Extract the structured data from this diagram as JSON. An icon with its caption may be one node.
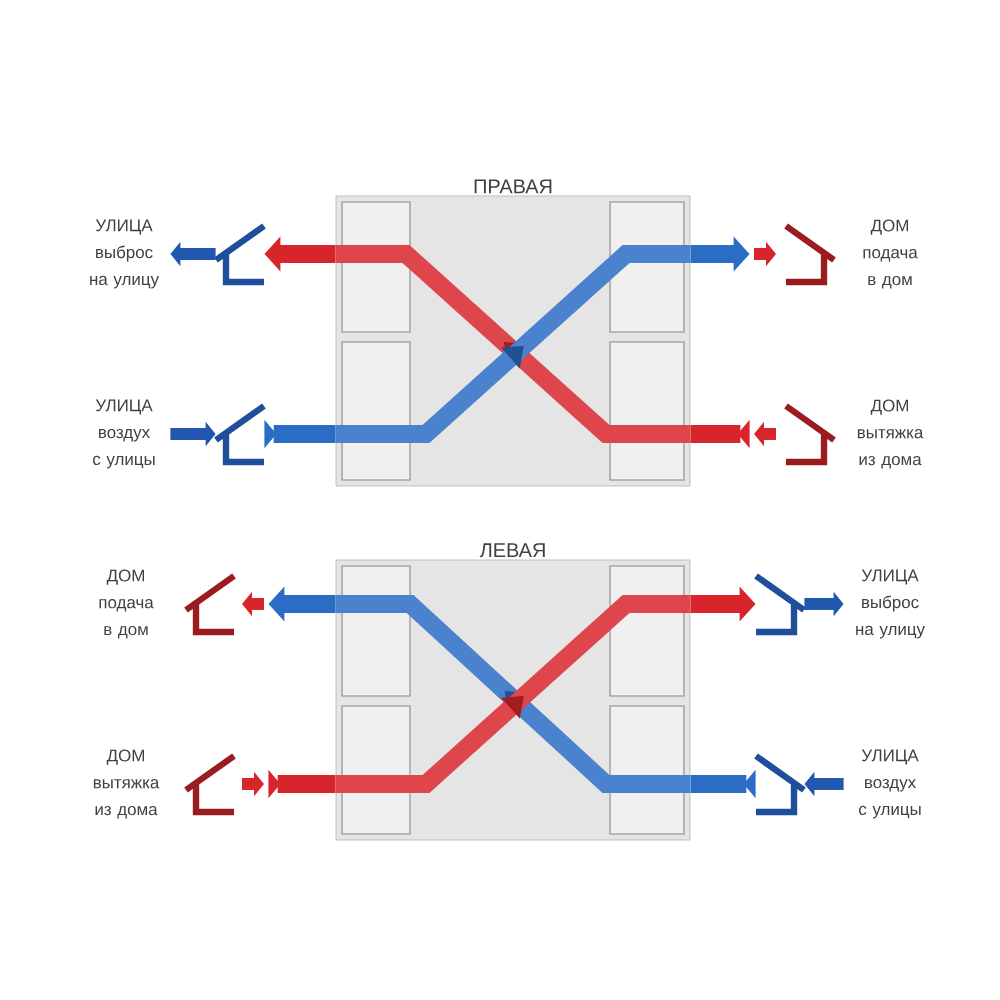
{
  "diagram": {
    "nodes": [
      {
        "text": [
          "ПРАВАЯ"
        ]
      },
      {
        "text": [
          "УЛИЦА",
          "выброс на улицу"
        ]
      },
      {
        "text": [],
        "shape": "hood"
      },
      {
        "text": [
          "УЛИЦА",
          "воздух с улицы"
        ]
      },
      {
        "text": [],
        "shape": "hood"
      },
      {
        "text": [
          "ДОМ",
          "подача в дом"
        ]
      },
      {
        "text": [],
        "shape": "hood"
      },
      {
        "text": [
          "ДОМ",
          "вытяжка из дома"
        ]
      },
      {
        "text": [],
        "shape": "hood"
      },
      {
        "text": [
          "ЛЕВАЯ"
        ]
      },
      {
        "text": [
          "ДОМ",
          "подача в дом"
        ]
      },
      {
        "text": [],
        "shape": "hood"
      },
      {
        "text": [
          "ДОМ",
          "вытяжка из дома"
        ]
      },
      {
        "text": [],
        "shape": "hood"
      },
      {
        "text": [
          "УЛИЦА",
          "выброс на улицу"
        ]
      },
      {
        "text": [],
        "shape": "hood"
      },
      {
        "text": [
          "УЛИЦА",
          "воздух с улицы"
        ]
      },
      {
        "text": [],
        "shape": "hood"
      }
    ],
    "edges": [
      {
        "from": 0,
        "to": 2,
        "arrow": "to",
        "color": "#d8252b"
      },
      {
        "from": 2,
        "to": 1,
        "arrow": "to",
        "color": "#2257b0"
      },
      {
        "from": 3,
        "to": 4,
        "arrow": "to",
        "color": "#2257b0"
      },
      {
        "from": 4,
        "to": 0,
        "arrow": "to",
        "color": "#2b6cc4"
      },
      {
        "from": 0,
        "to": 6,
        "arrow": "to",
        "color": "#2b6cc4"
      },
      {
        "from": 8,
        "to": 0,
        "arrow": "to",
        "color": "#d8252b"
      },
      {
        "from": 9,
        "to": 11,
        "arrow": "to",
        "color": "#2b6cc4"
      },
      {
        "from": 13,
        "to": 9,
        "arrow": "to",
        "color": "#d8252b"
      },
      {
        "from": 9,
        "to": 15,
        "arrow": "to",
        "color": "#d8252b"
      },
      {
        "from": 15,
        "to": 14,
        "arrow": "to",
        "color": "#2257b0"
      },
      {
        "from": 16,
        "to": 17,
        "arrow": "to",
        "color": "#2257b0"
      },
      {
        "from": 17,
        "to": 9,
        "arrow": "to",
        "color": "#2b6cc4"
      }
    ]
  }
}
